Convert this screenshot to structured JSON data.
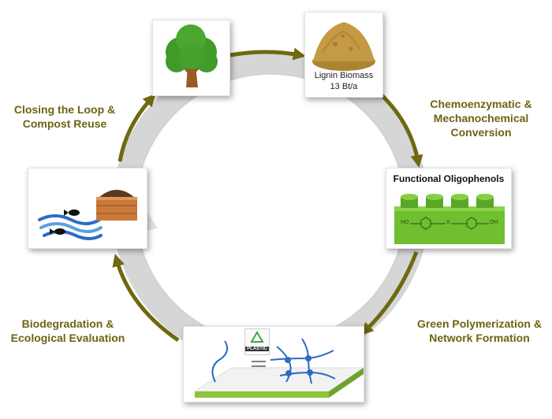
{
  "steps": {
    "closing_loop": [
      "Closing the Loop &",
      "Compost Reuse"
    ],
    "chemoenzymatic": [
      "Chemoenzymatic &",
      "Mechanochemical",
      "Conversion"
    ],
    "green_polymerization": [
      "Green Polymerization &",
      "Network Formation"
    ],
    "biodegradation": [
      "Biodegradation &",
      "Ecological Evaluation"
    ]
  },
  "lignin": {
    "name": "Lignin Biomass",
    "amount": "13 Bt/a"
  },
  "oligophenols": {
    "title": "Functional Oligophenols",
    "left_group": "HO",
    "right_group": "OH",
    "linker": "X"
  },
  "plastic": {
    "label": "PLASTIC"
  },
  "icons": [
    "tree-icon",
    "lignin-powder-icon",
    "lego-brick-icon",
    "polymer-network-icon",
    "compost-crate-icon",
    "fish-water-icon",
    "recycle-icon"
  ],
  "colors": {
    "label_olive": "#6b6412",
    "arrow_olive": "#6e6912",
    "ring_grey": "#d4d4d4",
    "lego_green": "#6fbf30",
    "leaf_green": "#3f9b2a",
    "network_blue": "#2c6bc4"
  }
}
